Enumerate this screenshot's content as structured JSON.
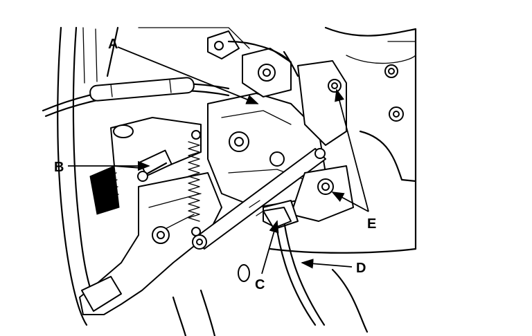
{
  "figure": {
    "callouts": {
      "a": "A",
      "b": "B",
      "c": "C",
      "d": "D",
      "e": "E"
    },
    "colors": {
      "ink": "#000000",
      "paper": "#ffffff"
    }
  }
}
